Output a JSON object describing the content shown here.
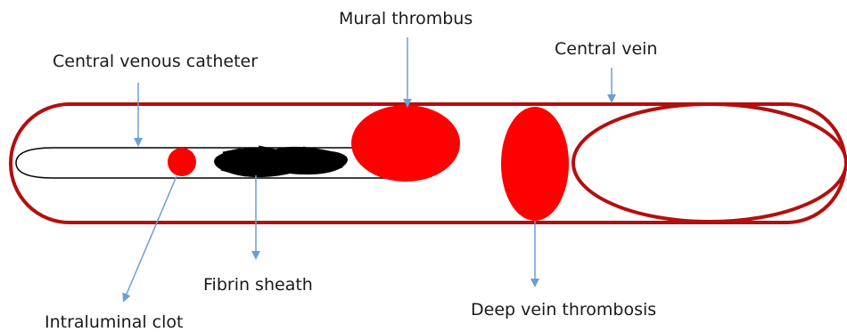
{
  "labels": {
    "mural_thrombus": "Mural thrombus",
    "central_vein": "Central vein",
    "central_venous_catheter": "Central venous catheter",
    "intraluminal_clot": "Intraluminal clot",
    "fibrin_sheath": "Fibrin sheath",
    "deep_vein_thrombosis": "Deep vein thrombosis"
  },
  "colors": {
    "vein_outline": "#b30f0f",
    "thrombus_fill": "#ff0000",
    "arrow": "#6a9fd4",
    "catheter_outline": "#000000",
    "fibrin": "#000000",
    "text": "#1a1a1a"
  }
}
